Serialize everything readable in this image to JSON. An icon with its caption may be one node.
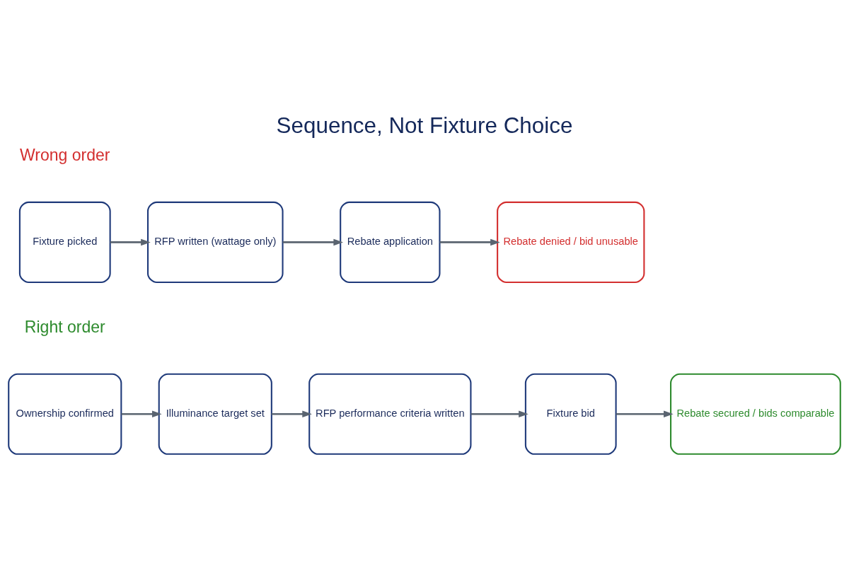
{
  "diagram": {
    "title": "Sequence, Not Fixture Choice",
    "nodes": [
      {
        "text": [
          "Fixture picked"
        ]
      },
      {
        "text": [
          "RFP written (wattage only)"
        ]
      },
      {
        "text": [
          "Rebate application"
        ]
      },
      {
        "text": [
          "Rebate denied / bid unusable"
        ]
      },
      {
        "text": [
          "Ownership confirmed"
        ]
      },
      {
        "text": [
          "Illuminance target set"
        ]
      },
      {
        "text": [
          "RFP performance criteria written"
        ]
      },
      {
        "text": [
          "Fixture bid"
        ]
      },
      {
        "text": [
          "Rebate secured / bids comparable"
        ]
      }
    ],
    "edges": [
      {
        "from": 0,
        "to": 1,
        "arrow": "to"
      },
      {
        "from": 1,
        "to": 2,
        "arrow": "to"
      },
      {
        "from": 2,
        "to": 3,
        "arrow": "to"
      },
      {
        "from": 4,
        "to": 5,
        "arrow": "to"
      },
      {
        "from": 5,
        "to": 6,
        "arrow": "to"
      },
      {
        "from": 6,
        "to": 7,
        "arrow": "to"
      },
      {
        "from": 7,
        "to": 8,
        "arrow": "to"
      }
    ],
    "labels": [
      "Wrong order",
      "Right order"
    ]
  }
}
